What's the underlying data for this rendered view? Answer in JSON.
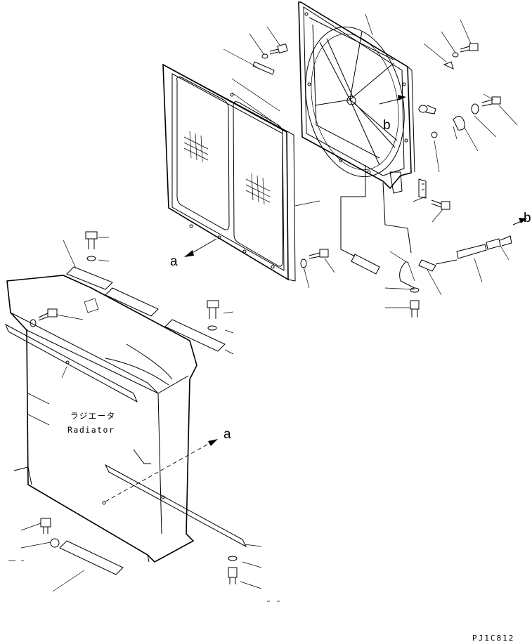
{
  "labels": {
    "a_top": "a",
    "a_bottom": "a",
    "b_fan": "b",
    "b_hose": "b"
  },
  "caption": {
    "japanese": "ラジエータ",
    "english": "Radiator"
  },
  "drawing_code": "PJ1C812"
}
